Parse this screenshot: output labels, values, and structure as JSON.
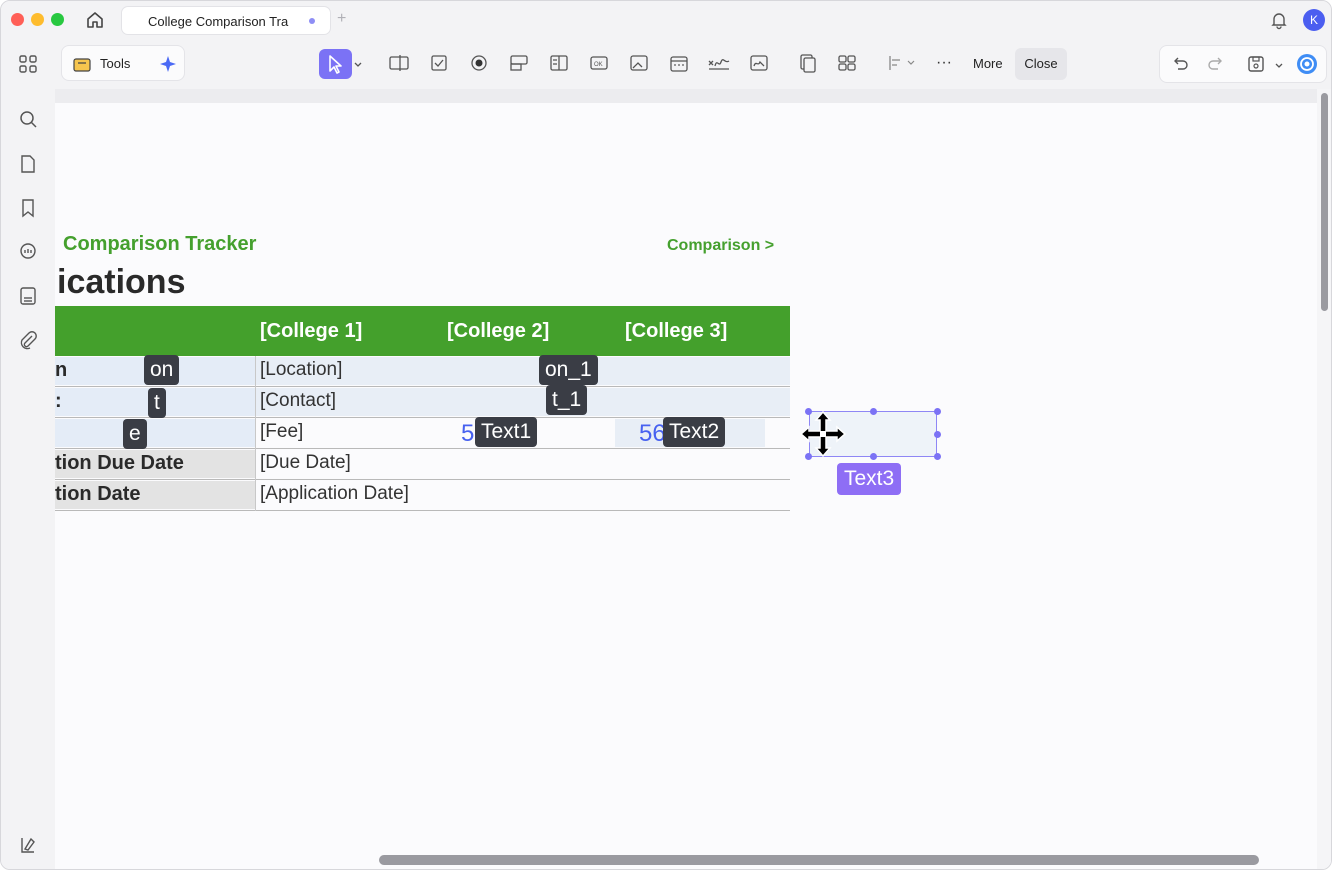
{
  "titlebar": {
    "tab_title": "College Comparison Tra",
    "avatar_letter": "K"
  },
  "toolbar": {
    "tools_label": "Tools",
    "more_label": "More",
    "close_label": "Close"
  },
  "document": {
    "title": "Comparison Tracker",
    "link": "Comparison >",
    "heading": "ications",
    "table": {
      "headers": [
        "[College 1]",
        "[College 2]",
        "[College 3]"
      ],
      "rows": [
        {
          "label": "n",
          "c1": "[Location]"
        },
        {
          "label": ":",
          "c1": "[Contact]"
        },
        {
          "label": "",
          "c1": "[Fee]"
        },
        {
          "label": "tion Due Date",
          "c1": "[Due Date]"
        },
        {
          "label": "tion Date",
          "c1": "[Application Date]"
        }
      ]
    },
    "field_tags": {
      "on": "on",
      "on_1": "on_1",
      "t": "t",
      "t_1": "t_1",
      "e": "e",
      "text1": "Text1",
      "text2": "Text2",
      "text3": "Text3"
    },
    "fee_values": {
      "c2": "56",
      "c3": "56"
    }
  },
  "colors": {
    "accent": "#7b72f5",
    "green": "#44a02c",
    "tag": "#3a3d45"
  }
}
